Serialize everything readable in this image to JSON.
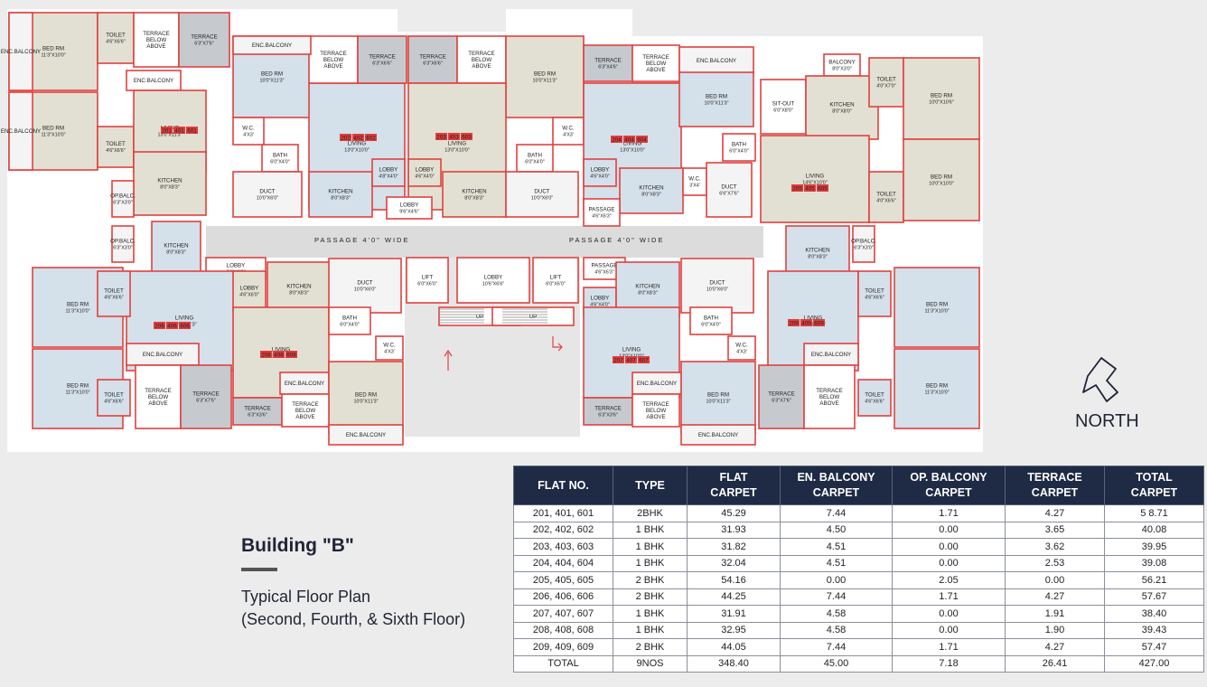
{
  "title": "Building \"B\"",
  "subtitle": [
    "Typical Floor Plan",
    "(Second, Fourth, & Sixth Floor)"
  ],
  "north_label": "NORTH",
  "icons": [
    "north-arrow-icon"
  ],
  "colors": {
    "table_header": "#1f2a44",
    "wall": "#e0413f",
    "room_beige": "#e2e0d2",
    "room_blue": "#d4e0ea",
    "flat_number_tag": "#e03c3c"
  },
  "plan": {
    "passage_labels": [
      "PASSAGE 4'0\" WIDE",
      "PASSAGE 4'0\" WIDE"
    ],
    "flat_tags": [
      [
        "201",
        "401",
        "601"
      ],
      [
        "202",
        "402",
        "602"
      ],
      [
        "203",
        "403",
        "603"
      ],
      [
        "204",
        "404",
        "604"
      ],
      [
        "205",
        "405",
        "605"
      ],
      [
        "206",
        "406",
        "606"
      ],
      [
        "207",
        "407",
        "607"
      ],
      [
        "208",
        "408",
        "608"
      ],
      [
        "209",
        "409",
        "609"
      ]
    ],
    "rooms": [
      {
        "name": "BED RM",
        "size": "11'3\"X10'0\""
      },
      {
        "name": "BED RM",
        "size": "11'3\"X10'0\""
      },
      {
        "name": "TOILET",
        "size": "4'6\"X6'6\""
      },
      {
        "name": "TOILET",
        "size": "4'6\"X6'6\""
      },
      {
        "name": "TERRACE BELOW ABOVE",
        "size": ""
      },
      {
        "name": "TERRACE",
        "size": "6'3\"X7'6\""
      },
      {
        "name": "ENC.BALCONY",
        "size": ""
      },
      {
        "name": "ENC.BALCONY",
        "size": ""
      },
      {
        "name": "ENC.BALCONY",
        "size": ""
      },
      {
        "name": "LIVING",
        "size": "13'0\"X11'3\""
      },
      {
        "name": "KITCHEN",
        "size": "8'0\"X8'3\""
      },
      {
        "name": "OP.BALC.",
        "size": "6'3\"X3'0\""
      },
      {
        "name": "BED RM",
        "size": "10'0\"X11'3\""
      },
      {
        "name": "LIVING",
        "size": "13'0\"X10'0\""
      },
      {
        "name": "KITCHEN",
        "size": "8'0\"X8'3\""
      },
      {
        "name": "BATH",
        "size": "6'0\"X4'0\""
      },
      {
        "name": "W.C.",
        "size": "4'X3'"
      },
      {
        "name": "DUCT",
        "size": "10'0\"X6'0\""
      },
      {
        "name": "LOBBY",
        "size": "4'8\"X4'0\""
      },
      {
        "name": "TERRACE BELOW ABOVE",
        "size": ""
      },
      {
        "name": "TERRACE",
        "size": "6'3\"X6'6\""
      },
      {
        "name": "TERRACE",
        "size": "6'3\"X6'6\""
      },
      {
        "name": "TERRACE BELOW ABOVE",
        "size": ""
      },
      {
        "name": "ENC.BALCONY",
        "size": ""
      },
      {
        "name": "BED RM",
        "size": "10'0\"X11'3\""
      },
      {
        "name": "LIVING",
        "size": "13'0\"X10'0\""
      },
      {
        "name": "KITCHEN",
        "size": "8'0\"X8'3\""
      },
      {
        "name": "LOBBY",
        "size": "4'6\"X4'0\""
      },
      {
        "name": "BATH",
        "size": "6'0\"X4'0\""
      },
      {
        "name": "W.C.",
        "size": "4'X3'"
      },
      {
        "name": "DUCT",
        "size": "10'0\"X6'0\""
      },
      {
        "name": "LOBBY",
        "size": "9'6\"X4'6\""
      },
      {
        "name": "TERRACE",
        "size": "6'3\"X4'6\""
      },
      {
        "name": "TERRACE BELOW ABOVE",
        "size": ""
      },
      {
        "name": "ENC.BALCONY",
        "size": ""
      },
      {
        "name": "LIVING",
        "size": "13'0\"X10'0\""
      },
      {
        "name": "LOBBY",
        "size": "4'6\"X4'0\""
      },
      {
        "name": "KITCHEN",
        "size": "8'0\"X8'3\""
      },
      {
        "name": "PASSAGE",
        "size": "4'6\"X6'3\""
      },
      {
        "name": "ENC.BALCONY",
        "size": ""
      },
      {
        "name": "BED RM",
        "size": "10'0\"X11'3\""
      },
      {
        "name": "BATH",
        "size": "6'0\"X4'0\""
      },
      {
        "name": "W.C.",
        "size": "3'X4'"
      },
      {
        "name": "DUCT",
        "size": "6'6\"X7'6\""
      },
      {
        "name": "BALCONY",
        "size": "8'0\"X3'0\""
      },
      {
        "name": "SIT-OUT",
        "size": "6'0\"X8'0\""
      },
      {
        "name": "KITCHEN",
        "size": "8'0\"X8'0\""
      },
      {
        "name": "TOILET",
        "size": "4'0\"X7'0\""
      },
      {
        "name": "BED RM",
        "size": "10'0\"X10'6\""
      },
      {
        "name": "LIVING",
        "size": "14'6\"X10'0\""
      },
      {
        "name": "TOILET",
        "size": "4'0\"X6'6\""
      },
      {
        "name": "BED RM",
        "size": "10'0\"X10'0\""
      },
      {
        "name": "KITCHEN",
        "size": "8'0\"X8'3\""
      },
      {
        "name": "LOBBY",
        "size": "8'6\"X6'0\""
      },
      {
        "name": "LIVING",
        "size": "13'0\"X11'3\""
      },
      {
        "name": "BED RM",
        "size": "11'3\"X10'0\""
      },
      {
        "name": "BED RM",
        "size": "11'3\"X10'0\""
      },
      {
        "name": "TOILET",
        "size": "4'6\"X6'6\""
      },
      {
        "name": "TOILET",
        "size": "4'6\"X6'6\""
      },
      {
        "name": "ENC.BALCONY",
        "size": ""
      },
      {
        "name": "TERRACE BELOW ABOVE",
        "size": ""
      },
      {
        "name": "TERRACE",
        "size": "6'3\"X7'6\""
      },
      {
        "name": "OP.BALC.",
        "size": "6'3\"X3'0\""
      },
      {
        "name": "LOBBY",
        "size": "4'6\"X6'0\""
      },
      {
        "name": "KITCHEN",
        "size": "8'0\"X8'3\""
      },
      {
        "name": "LIVING",
        "size": "13'0\"X10'0\""
      },
      {
        "name": "DUCT",
        "size": "10'0\"X6'0\""
      },
      {
        "name": "BATH",
        "size": "6'0\"X4'0\""
      },
      {
        "name": "W.C.",
        "size": "4'X3'"
      },
      {
        "name": "ENC.BALCONY",
        "size": ""
      },
      {
        "name": "BED RM",
        "size": "10'0\"X11'3\""
      },
      {
        "name": "TERRACE",
        "size": "6'3\"X3'6\""
      },
      {
        "name": "TERRACE BELOW ABOVE",
        "size": ""
      },
      {
        "name": "ENC.BALCONY",
        "size": ""
      },
      {
        "name": "LIFT",
        "size": "6'0\"X6'0\""
      },
      {
        "name": "LOBBY",
        "size": "10'6\"X6'6\""
      },
      {
        "name": "LIFT",
        "size": "6'0\"X6'0\""
      },
      {
        "name": "UP",
        "size": ""
      },
      {
        "name": "UP",
        "size": ""
      },
      {
        "name": "PASSAGE",
        "size": "4'6\"X6'3\""
      },
      {
        "name": "LOBBY",
        "size": "4'6\"X4'0\""
      },
      {
        "name": "KITCHEN",
        "size": "8'0\"X8'3\""
      },
      {
        "name": "LIVING",
        "size": "13'0\"X10'0\""
      },
      {
        "name": "DUCT",
        "size": "10'0\"X6'0\""
      },
      {
        "name": "BATH",
        "size": "6'0\"X4'0\""
      },
      {
        "name": "W.C.",
        "size": "4'X3'"
      },
      {
        "name": "ENC.BALCONY",
        "size": ""
      },
      {
        "name": "BED RM",
        "size": "10'0\"X11'3\""
      },
      {
        "name": "TERRACE",
        "size": "6'3\"X3'6\""
      },
      {
        "name": "TERRACE BELOW ABOVE",
        "size": ""
      },
      {
        "name": "ENC.BALCONY",
        "size": ""
      },
      {
        "name": "KITCHEN",
        "size": "8'0\"X8'3\""
      },
      {
        "name": "LIVING",
        "size": "13'0\"X11'3\""
      },
      {
        "name": "OP.BALC.",
        "size": "6'3\"X3'0\""
      },
      {
        "name": "TOILET",
        "size": "4'6\"X6'6\""
      },
      {
        "name": "TOILET",
        "size": "4'6\"X6'6\""
      },
      {
        "name": "BED RM",
        "size": "11'3\"X10'0\""
      },
      {
        "name": "BED RM",
        "size": "11'3\"X10'0\""
      },
      {
        "name": "ENC.BALCONY",
        "size": ""
      },
      {
        "name": "TERRACE",
        "size": "6'3\"X7'6\""
      },
      {
        "name": "TERRACE BELOW ABOVE",
        "size": ""
      }
    ]
  },
  "table": {
    "headers": [
      [
        "FLAT NO."
      ],
      [
        "TYPE"
      ],
      [
        "FLAT",
        "CARPET"
      ],
      [
        "EN. BALCONY",
        "CARPET"
      ],
      [
        "OP. BALCONY",
        "CARPET"
      ],
      [
        "TERRACE",
        "CARPET"
      ],
      [
        "TOTAL",
        "CARPET"
      ]
    ],
    "rows": [
      [
        "201, 401, 601",
        "2BHK",
        "45.29",
        "7.44",
        "1.71",
        "4.27",
        "5 8.71"
      ],
      [
        "202, 402, 602",
        "1 BHK",
        "31.93",
        "4.50",
        "0.00",
        "3.65",
        "40.08"
      ],
      [
        "203, 403, 603",
        "1 BHK",
        "31.82",
        "4.51",
        "0.00",
        "3.62",
        "39.95"
      ],
      [
        "204, 404, 604",
        "1 BHK",
        "32.04",
        "4.51",
        "0.00",
        "2.53",
        "39.08"
      ],
      [
        "205, 405, 605",
        "2 BHK",
        "54.16",
        "0.00",
        "2.05",
        "0.00",
        "56.21"
      ],
      [
        "206, 406, 606",
        "2 BHK",
        "44.25",
        "7.44",
        "1.71",
        "4.27",
        "57.67"
      ],
      [
        "207, 407, 607",
        "1 BHK",
        "31.91",
        "4.58",
        "0.00",
        "1.91",
        "38.40"
      ],
      [
        "208, 408, 608",
        "1 BHK",
        "32.95",
        "4.58",
        "0.00",
        "1.90",
        "39.43"
      ],
      [
        "209, 409, 609",
        "2 BHK",
        "44.05",
        "7.44",
        "1.71",
        "4.27",
        "57.47"
      ],
      [
        "TOTAL",
        "9NOS",
        "348.40",
        "45.00",
        "7.18",
        "26.41",
        "427.00"
      ]
    ]
  }
}
